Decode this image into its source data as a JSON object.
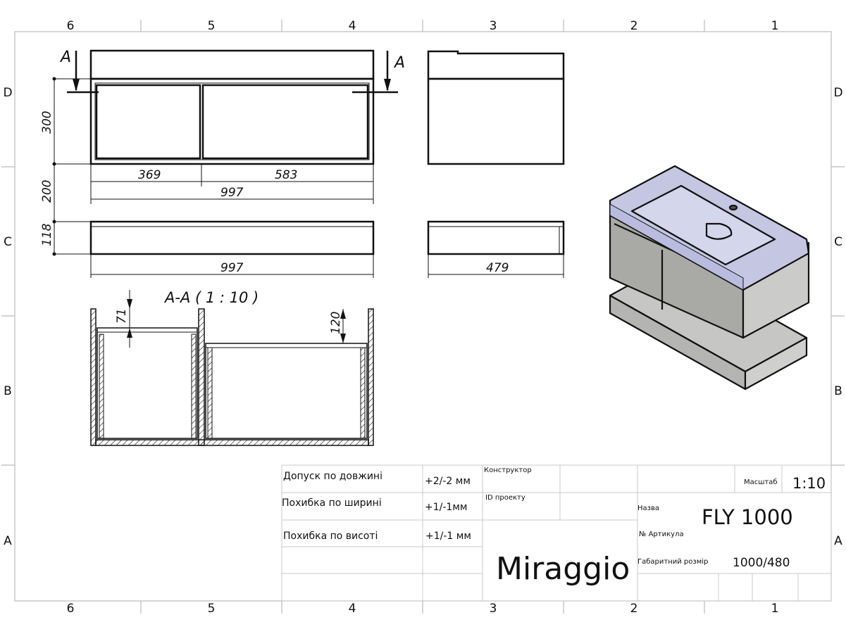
{
  "zones": {
    "columns": [
      "6",
      "5",
      "4",
      "3",
      "2",
      "1"
    ],
    "rows": [
      "D",
      "C",
      "B",
      "A"
    ]
  },
  "section_marks": {
    "left": "A",
    "right": "A"
  },
  "section_title": "A-A ( 1 : 10 )",
  "dimensions": {
    "front_height": "300",
    "gap_height": "200",
    "base_height": "118",
    "left_door": "369",
    "right_door": "583",
    "cabinet_width": "997",
    "base_width": "997",
    "base_depth": "479",
    "section_top_left": "71",
    "section_top_right": "120"
  },
  "title_block": {
    "tolerance_length_label": "Допуск по довжині",
    "tolerance_length_value": "+2/-2 мм",
    "tolerance_width_label": "Похибка по ширині",
    "tolerance_width_value": "+1/-1мм",
    "tolerance_height_label": "Похибка по висоті",
    "tolerance_height_value": "+1/-1 мм",
    "designer_label": "Конструктор",
    "project_id_label": "ID проекту",
    "company": "Miraggio",
    "scale_label": "Масштаб",
    "scale_value": "1:10",
    "name_label": "Назва",
    "name_value": "FLY 1000",
    "article_label": "№  Артикула",
    "overall_size_label": "Габаритний розмір",
    "overall_size_value": "1000/480"
  }
}
